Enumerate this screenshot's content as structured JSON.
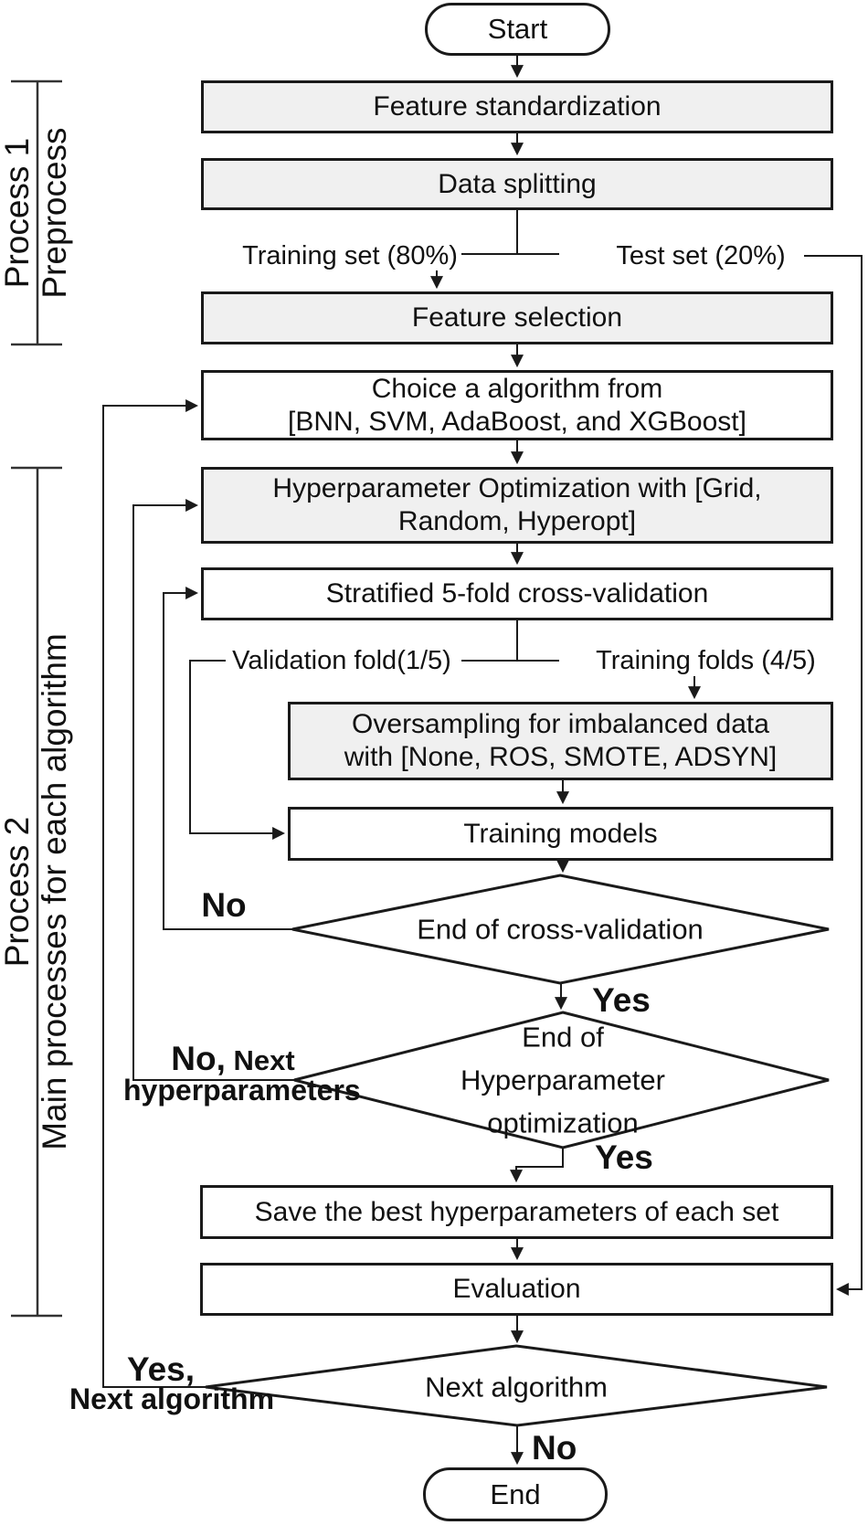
{
  "colors": {
    "stroke": "#1a1a1a",
    "fill_gray": "#f0f0f0",
    "fill_white": "#ffffff",
    "text": "#111111"
  },
  "left_rail": {
    "process1_title": "Process 1",
    "process1_subtitle": "Preprocess",
    "process2_title": "Process 2",
    "process2_subtitle": "Main processes for each algorithm"
  },
  "nodes": {
    "start": "Start",
    "feature_standardization": "Feature standardization",
    "data_splitting": "Data splitting",
    "feature_selection": "Feature selection",
    "choice_line1": "Choice a algorithm from",
    "choice_line2": "[BNN, SVM, AdaBoost, and XGBoost]",
    "hyperopt_line1": "Hyperparameter Optimization with [Grid,",
    "hyperopt_line2": "Random, Hyperopt]",
    "stratified_cv": "Stratified 5-fold cross-validation",
    "oversampling_line1": "Oversampling for imbalanced data",
    "oversampling_line2": "with [None, ROS, SMOTE, ADSYN]",
    "training_models": "Training models",
    "end_of_cv": "End of cross-validation",
    "end_of_hp_line1": "End of",
    "end_of_hp_line2": "Hyperparameter",
    "end_of_hp_line3": "optimization",
    "save_best": "Save the best hyperparameters of each set",
    "evaluation": "Evaluation",
    "next_algorithm": "Next algorithm",
    "end": "End"
  },
  "edge_labels": {
    "training_set": "Training set (80%)",
    "test_set": "Test set (20%)",
    "validation_fold": "Validation fold(1/5)",
    "training_folds": "Training folds (4/5)",
    "no_cv": "No",
    "yes_cv": "Yes",
    "no_hp_line1_big": "No,",
    "no_hp_line1_rest": "Next",
    "no_hp_line2": "hyperparameters",
    "yes_hp": "Yes",
    "yes_next_line1": "Yes,",
    "yes_next_line2": "Next algorithm",
    "no_end": "No"
  }
}
